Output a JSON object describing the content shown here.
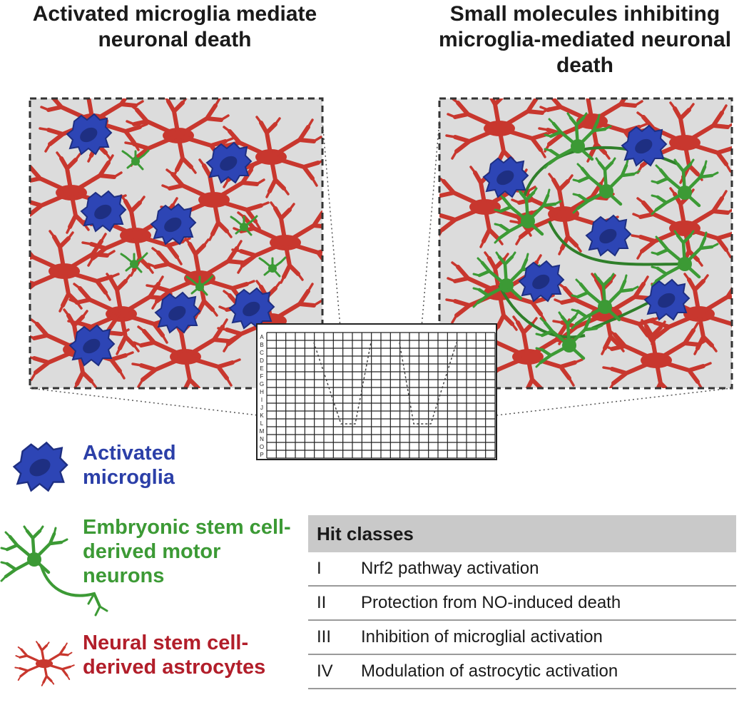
{
  "titles": {
    "left": "Activated microglia mediate neuronal death",
    "right": "Small molecules inhibiting microglia-mediated neuronal death"
  },
  "legend": {
    "microglia": "Activated microglia",
    "neurons": "Embryonic stem cell-derived motor neurons",
    "astrocytes": "Neural stem cell-derived astrocytes"
  },
  "plate": {
    "row_letters": [
      "A",
      "B",
      "C",
      "D",
      "E",
      "F",
      "G",
      "H",
      "I",
      "J",
      "K",
      "L",
      "M",
      "N",
      "O",
      "P"
    ],
    "columns": 24
  },
  "hit_table": {
    "header": "Hit classes",
    "rows": [
      {
        "numeral": "I",
        "label": "Nrf2 pathway activation"
      },
      {
        "numeral": "II",
        "label": "Protection from NO-induced death"
      },
      {
        "numeral": "III",
        "label": "Inhibition of microglial activation"
      },
      {
        "numeral": "IV",
        "label": "Modulation of astrocytic activation"
      }
    ]
  },
  "colors": {
    "microglia": "#2b3fa8",
    "neuron": "#3c9a35",
    "astrocyte": "#c8372e",
    "panel_bg": "#dcdcdc",
    "table_header_bg": "#c9c9c9"
  }
}
